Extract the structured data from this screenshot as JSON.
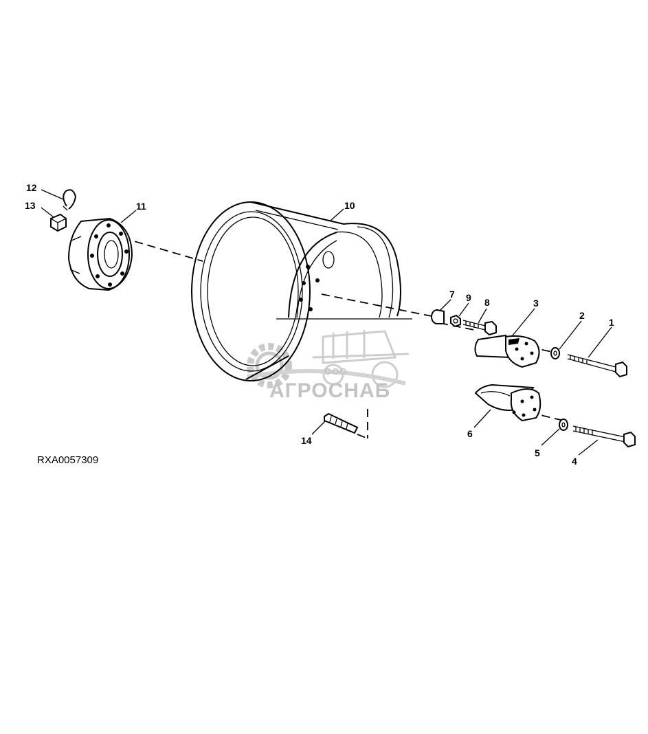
{
  "diagram": {
    "reference_code": "RXA0057309",
    "watermark": {
      "small": "ООО",
      "name": "АГРОСНАБ"
    },
    "callouts": [
      "1",
      "2",
      "3",
      "4",
      "5",
      "6",
      "7",
      "8",
      "9",
      "10",
      "11",
      "12",
      "13",
      "14"
    ],
    "colors": {
      "line": "#000000",
      "background": "#ffffff",
      "watermark": "#bdbdbd"
    }
  }
}
